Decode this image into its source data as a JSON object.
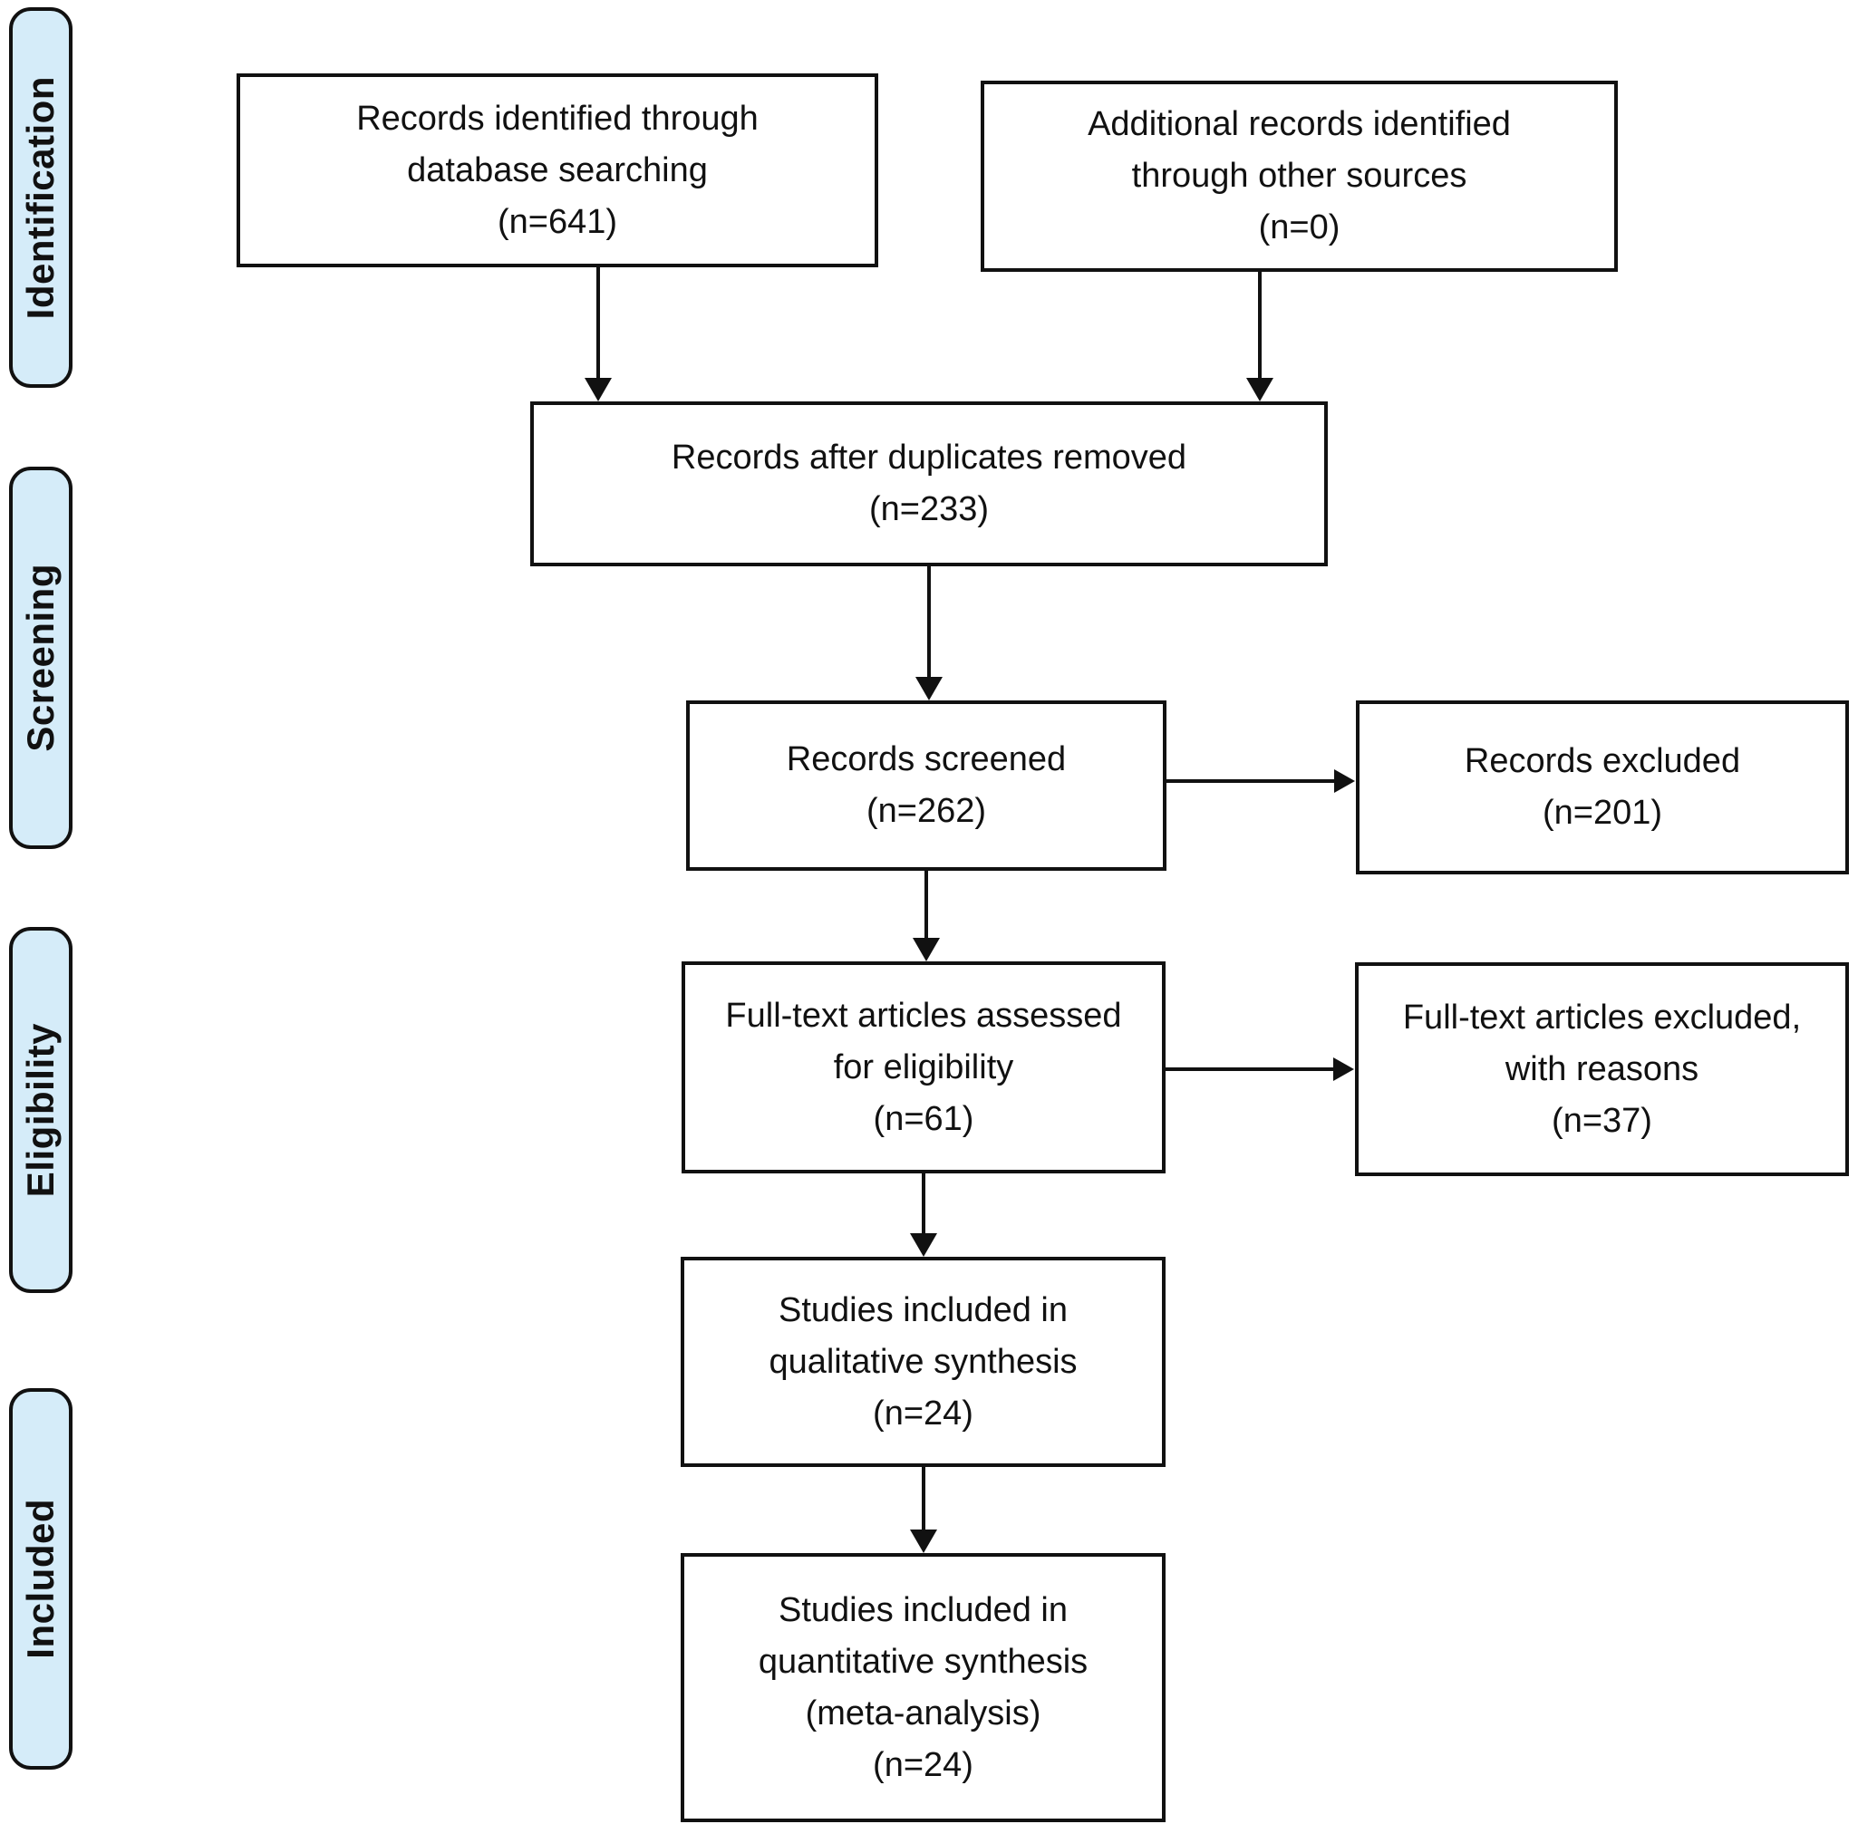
{
  "stages": [
    {
      "label": "Identification"
    },
    {
      "label": "Screening"
    },
    {
      "label": "Eligibility"
    },
    {
      "label": "Included"
    }
  ],
  "boxes": {
    "records_identified": {
      "lines": [
        "Records identified through",
        "database searching",
        "(n=641)"
      ]
    },
    "additional_records": {
      "lines": [
        "Additional records identified",
        "through other sources",
        "(n=0)"
      ]
    },
    "duplicates_removed": {
      "lines": [
        "Records after duplicates removed",
        "(n=233)"
      ]
    },
    "records_screened": {
      "lines": [
        "Records screened",
        "(n=262)"
      ]
    },
    "records_excluded": {
      "lines": [
        "Records excluded",
        "(n=201)"
      ]
    },
    "fulltext_assessed": {
      "lines": [
        "Full-text articles assessed",
        "for eligibility",
        "(n=61)"
      ]
    },
    "fulltext_excluded": {
      "lines": [
        "Full-text articles excluded,",
        "with reasons",
        "(n=37)"
      ]
    },
    "qualitative_synthesis": {
      "lines": [
        "Studies included in",
        "qualitative synthesis",
        "(n=24)"
      ]
    },
    "quantitative_synthesis": {
      "lines": [
        "Studies included in",
        "quantitative synthesis",
        "(meta-analysis)",
        "(n=24)"
      ]
    }
  },
  "counts": {
    "identified_database": 641,
    "additional_other_sources": 0,
    "after_duplicates_removed": 233,
    "screened": 262,
    "records_excluded": 201,
    "fulltext_assessed": 61,
    "fulltext_excluded": 37,
    "qualitative_included": 24,
    "quantitative_included": 24
  },
  "colors": {
    "stage_band_fill": "#d5ecf9",
    "line_and_border": "#111111",
    "background": "#ffffff"
  }
}
